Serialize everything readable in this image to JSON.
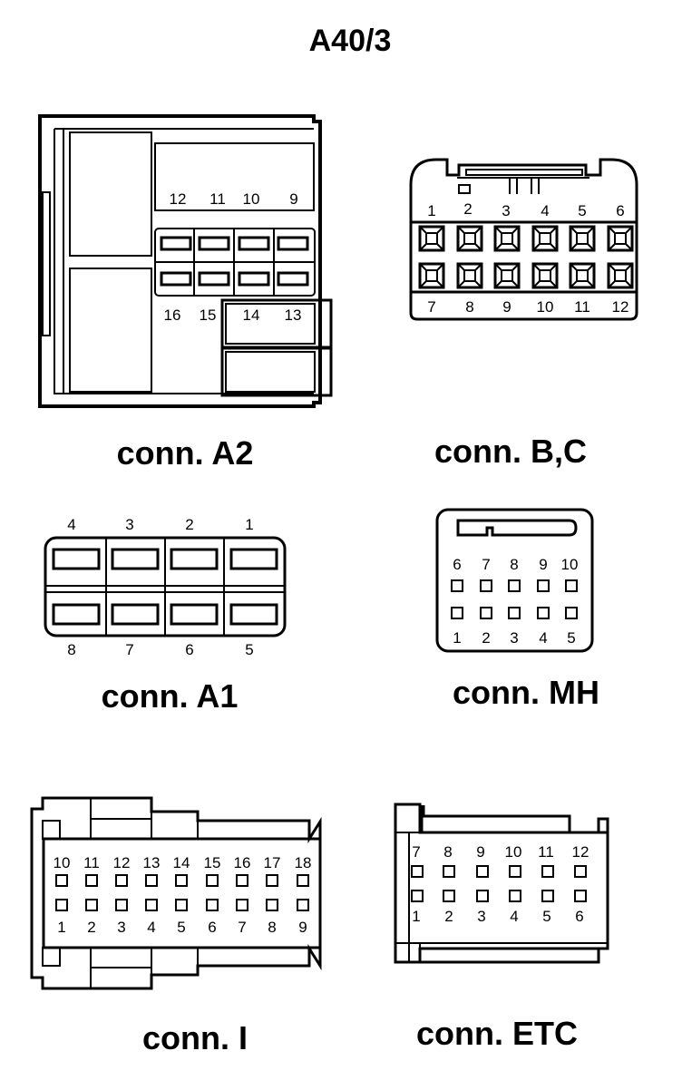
{
  "title": "A40/3",
  "connectors": {
    "a2": {
      "caption": "conn. A2",
      "pins_top": [
        "12",
        "11",
        "10",
        "9"
      ],
      "pins_bottom": [
        "16",
        "15",
        "14",
        "13"
      ]
    },
    "bc": {
      "caption": "conn. B,C",
      "pins_top": [
        "1",
        "2",
        "3",
        "4",
        "5",
        "6"
      ],
      "pins_bottom": [
        "7",
        "8",
        "9",
        "10",
        "11",
        "12"
      ]
    },
    "a1": {
      "caption": "conn. A1",
      "pins_top": [
        "4",
        "3",
        "2",
        "1"
      ],
      "pins_bottom": [
        "8",
        "7",
        "6",
        "5"
      ]
    },
    "mh": {
      "caption": "conn. MH",
      "pins_top": [
        "6",
        "7",
        "8",
        "9",
        "10"
      ],
      "pins_bottom": [
        "1",
        "2",
        "3",
        "4",
        "5"
      ]
    },
    "i": {
      "caption": "conn. I",
      "pins_top": [
        "10",
        "11",
        "12",
        "13",
        "14",
        "15",
        "16",
        "17",
        "18"
      ],
      "pins_bottom": [
        "1",
        "2",
        "3",
        "4",
        "5",
        "6",
        "7",
        "8",
        "9"
      ]
    },
    "etc": {
      "caption": "conn. ETC",
      "pins_top": [
        "7",
        "8",
        "9",
        "10",
        "11",
        "12"
      ],
      "pins_bottom": [
        "1",
        "2",
        "3",
        "4",
        "5",
        "6"
      ]
    }
  }
}
